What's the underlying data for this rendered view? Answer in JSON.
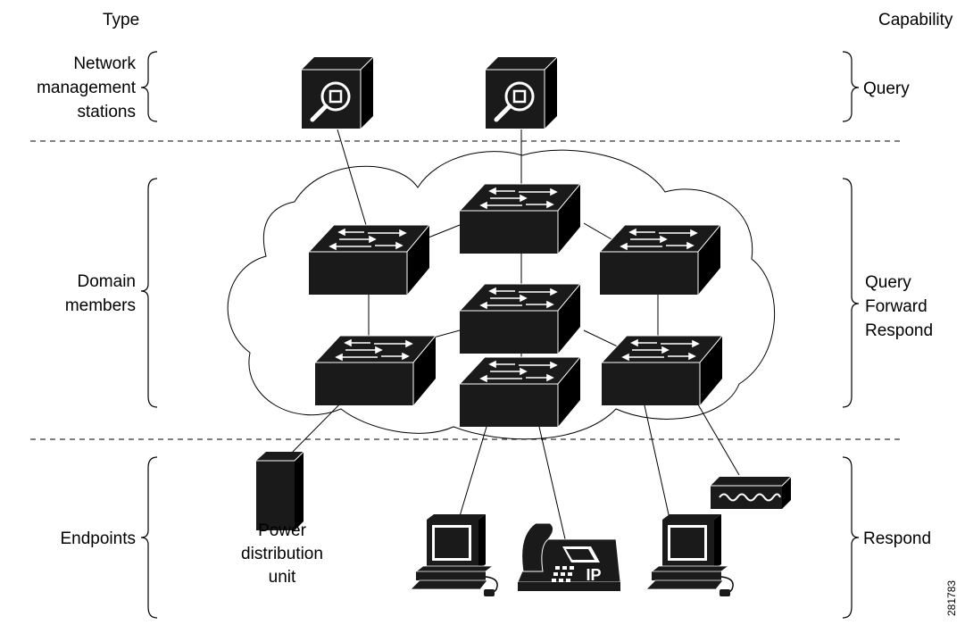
{
  "headers": {
    "left": "Type",
    "right": "Capability"
  },
  "tiers": [
    {
      "type_lines": [
        "Network",
        "management",
        "stations"
      ],
      "capability_lines": [
        "Query"
      ]
    },
    {
      "type_lines": [
        "Domain",
        "members"
      ],
      "capability_lines": [
        "Query",
        "Forward",
        "Respond"
      ]
    },
    {
      "type_lines": [
        "Endpoints"
      ],
      "capability_lines": [
        "Respond"
      ]
    }
  ],
  "devices": {
    "nms": [
      {
        "kind": "management-station"
      },
      {
        "kind": "management-station"
      }
    ],
    "switches": [
      {
        "kind": "switch"
      },
      {
        "kind": "switch"
      },
      {
        "kind": "switch"
      },
      {
        "kind": "switch"
      },
      {
        "kind": "switch"
      },
      {
        "kind": "switch"
      },
      {
        "kind": "switch"
      }
    ],
    "endpoints": {
      "pdu_label_lines": [
        "Power",
        "distribution",
        "unit"
      ],
      "ip_phone_label": "IP",
      "items": [
        "power-distribution-unit",
        "workstation",
        "ip-phone",
        "workstation",
        "modem"
      ]
    }
  },
  "figure_id": "281783",
  "colors": {
    "device": "#1a1a1a",
    "line": "#000000"
  }
}
